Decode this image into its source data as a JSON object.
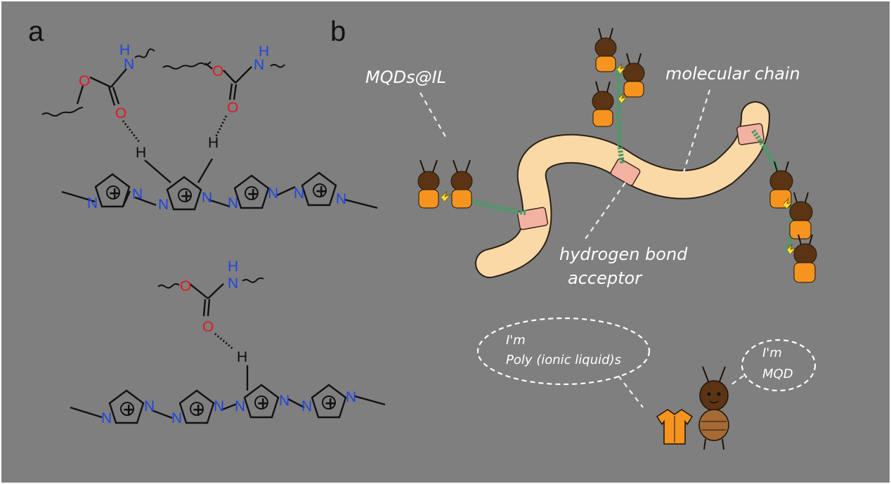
{
  "panels": {
    "a": "a",
    "b": "b"
  },
  "atoms": {
    "nitrogen": "N",
    "oxygen": "O",
    "hydrogen": "H",
    "plus": "+"
  },
  "labels": {
    "mqds_il": "MQDs@IL",
    "molecular_chain": "molecular chain",
    "hbond_line1": "hydrogen bond",
    "hbond_line2": "acceptor"
  },
  "bubbles": {
    "pil_line1": "I'm",
    "pil_line2": "Poly (ionic liquid)s",
    "mqd_line1": "I'm",
    "mqd_line2": "MQD"
  },
  "colors": {
    "background": "#7f7f7f",
    "nitrogen": "#1f45e0",
    "oxygen": "#e11919",
    "ring_glow": "#f4e27a",
    "chain": "#fad9a6",
    "collar": "#f3b2a1",
    "rope": "#5fb07a",
    "ant_body": "#5b3413",
    "ant_shirt": "#f5941f"
  }
}
